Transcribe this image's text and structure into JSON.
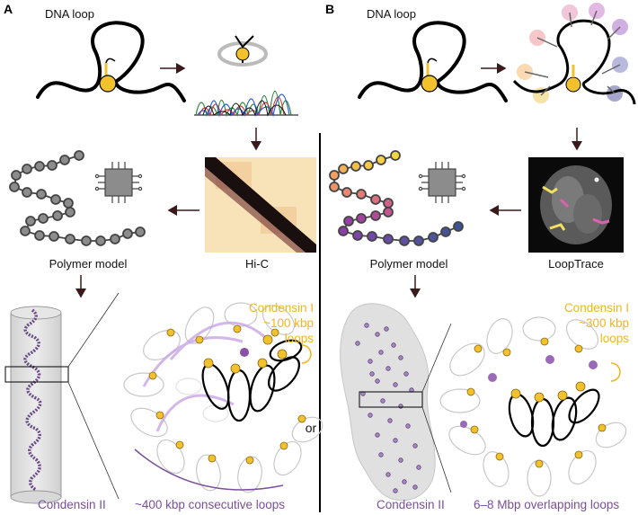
{
  "panels": {
    "a": {
      "letter": "A",
      "dna_loop": "DNA loop",
      "hic": "Hi-C",
      "polymer_model": "Polymer model",
      "condensin1_line1": "Condensin I",
      "condensin1_line2": "~100 kbp",
      "condensin1_line3": "loops",
      "condensin2": "Condensin II",
      "consecutive": "~400 kbp consecutive loops"
    },
    "b": {
      "letter": "B",
      "dna_loop": "DNA loop",
      "looptrace": "LoopTrace",
      "polymer_model": "Polymer model",
      "condensin1_line1": "Condensin I",
      "condensin1_line2": "~300 kbp",
      "condensin1_line3": "loops",
      "condensin2": "Condensin II",
      "overlapping": "6–8 Mbp overlapping loops"
    },
    "or": "or"
  },
  "colors": {
    "condensin_yellow": "#f2c12e",
    "condensin_label": "#f2b51d",
    "condensin2_purple": "#7a4f9c",
    "polymer_gray": "#8c8c8c",
    "divider": "#000000"
  },
  "icons": [
    "dna-loop-icon",
    "condensin-icon",
    "chromatogram-icon",
    "chip-icon",
    "hic-map-icon",
    "looptrace-image-icon",
    "arrow-icon"
  ]
}
